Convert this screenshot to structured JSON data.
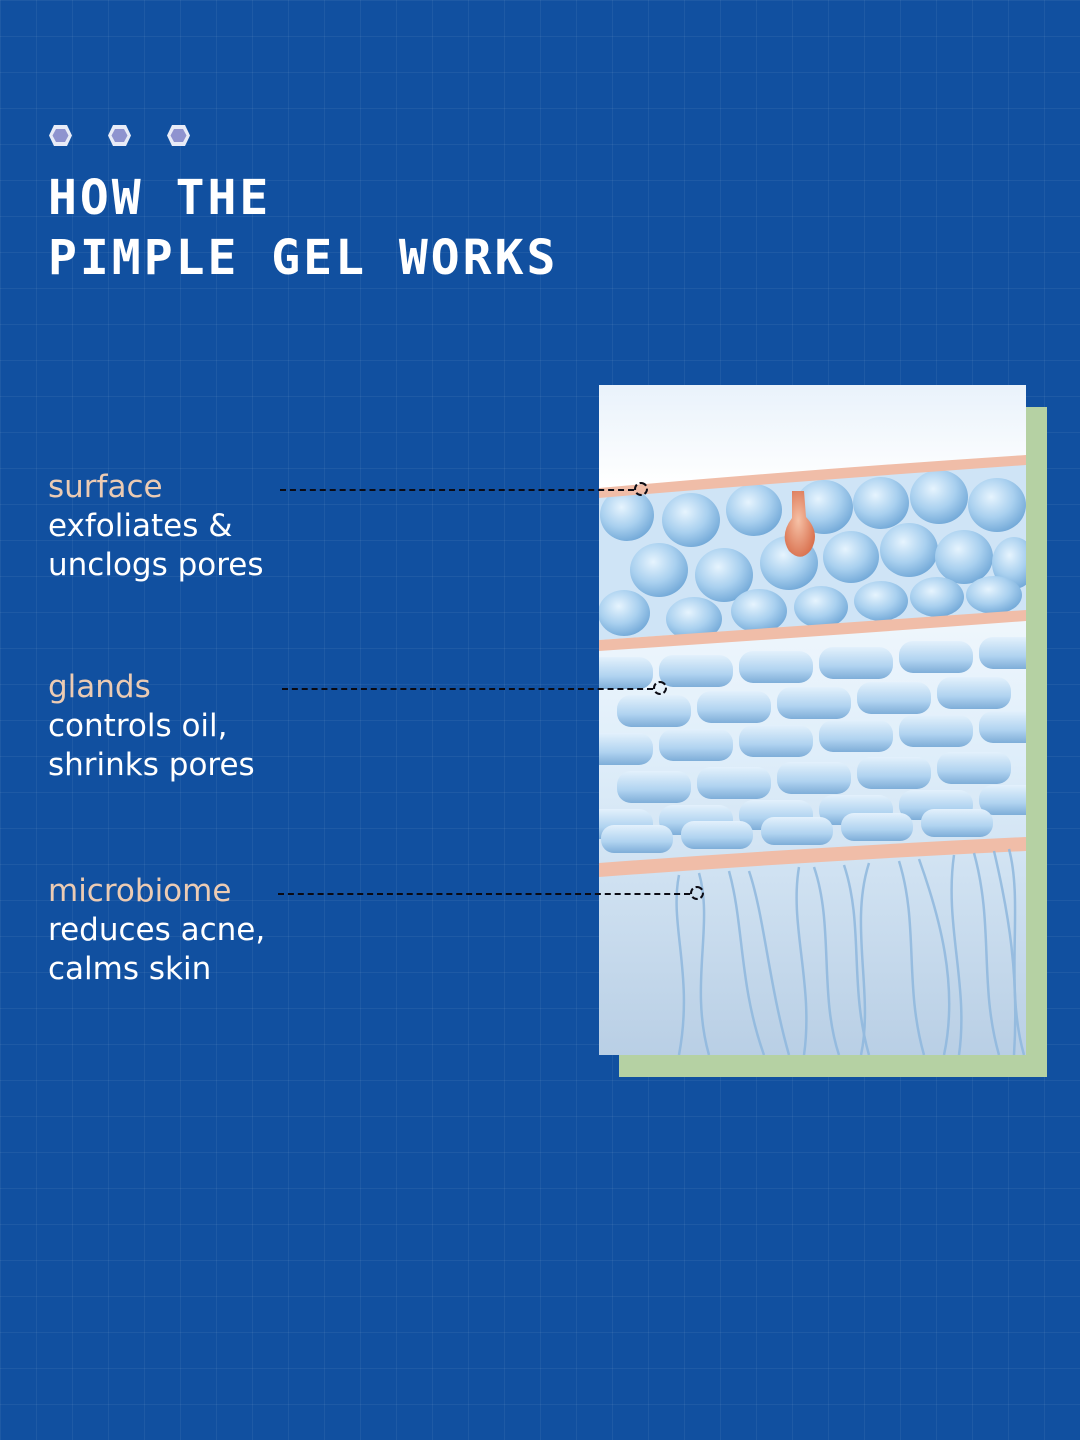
{
  "title": {
    "line1": "HOW THE",
    "line2": "PIMPLE GEL WORKS"
  },
  "callouts": [
    {
      "heading": "surface",
      "line1": "exfoliates &",
      "line2": "unclogs pores"
    },
    {
      "heading": "glands",
      "line1": "controls oil,",
      "line2": "shrinks pores"
    },
    {
      "heading": "microbiome",
      "line1": "reduces acne,",
      "line2": "calms skin"
    }
  ],
  "colors": {
    "background": "#1150a0",
    "heading_accent": "#eccbb3",
    "shadow_block": "#b5d1a3",
    "cell_blue": "#a9d0ef",
    "membrane": "#f0bda8"
  },
  "icons": [
    "hexagon-dot-icon",
    "hexagon-dot-icon",
    "hexagon-dot-icon"
  ],
  "illustration": "skin-layers-illustration"
}
